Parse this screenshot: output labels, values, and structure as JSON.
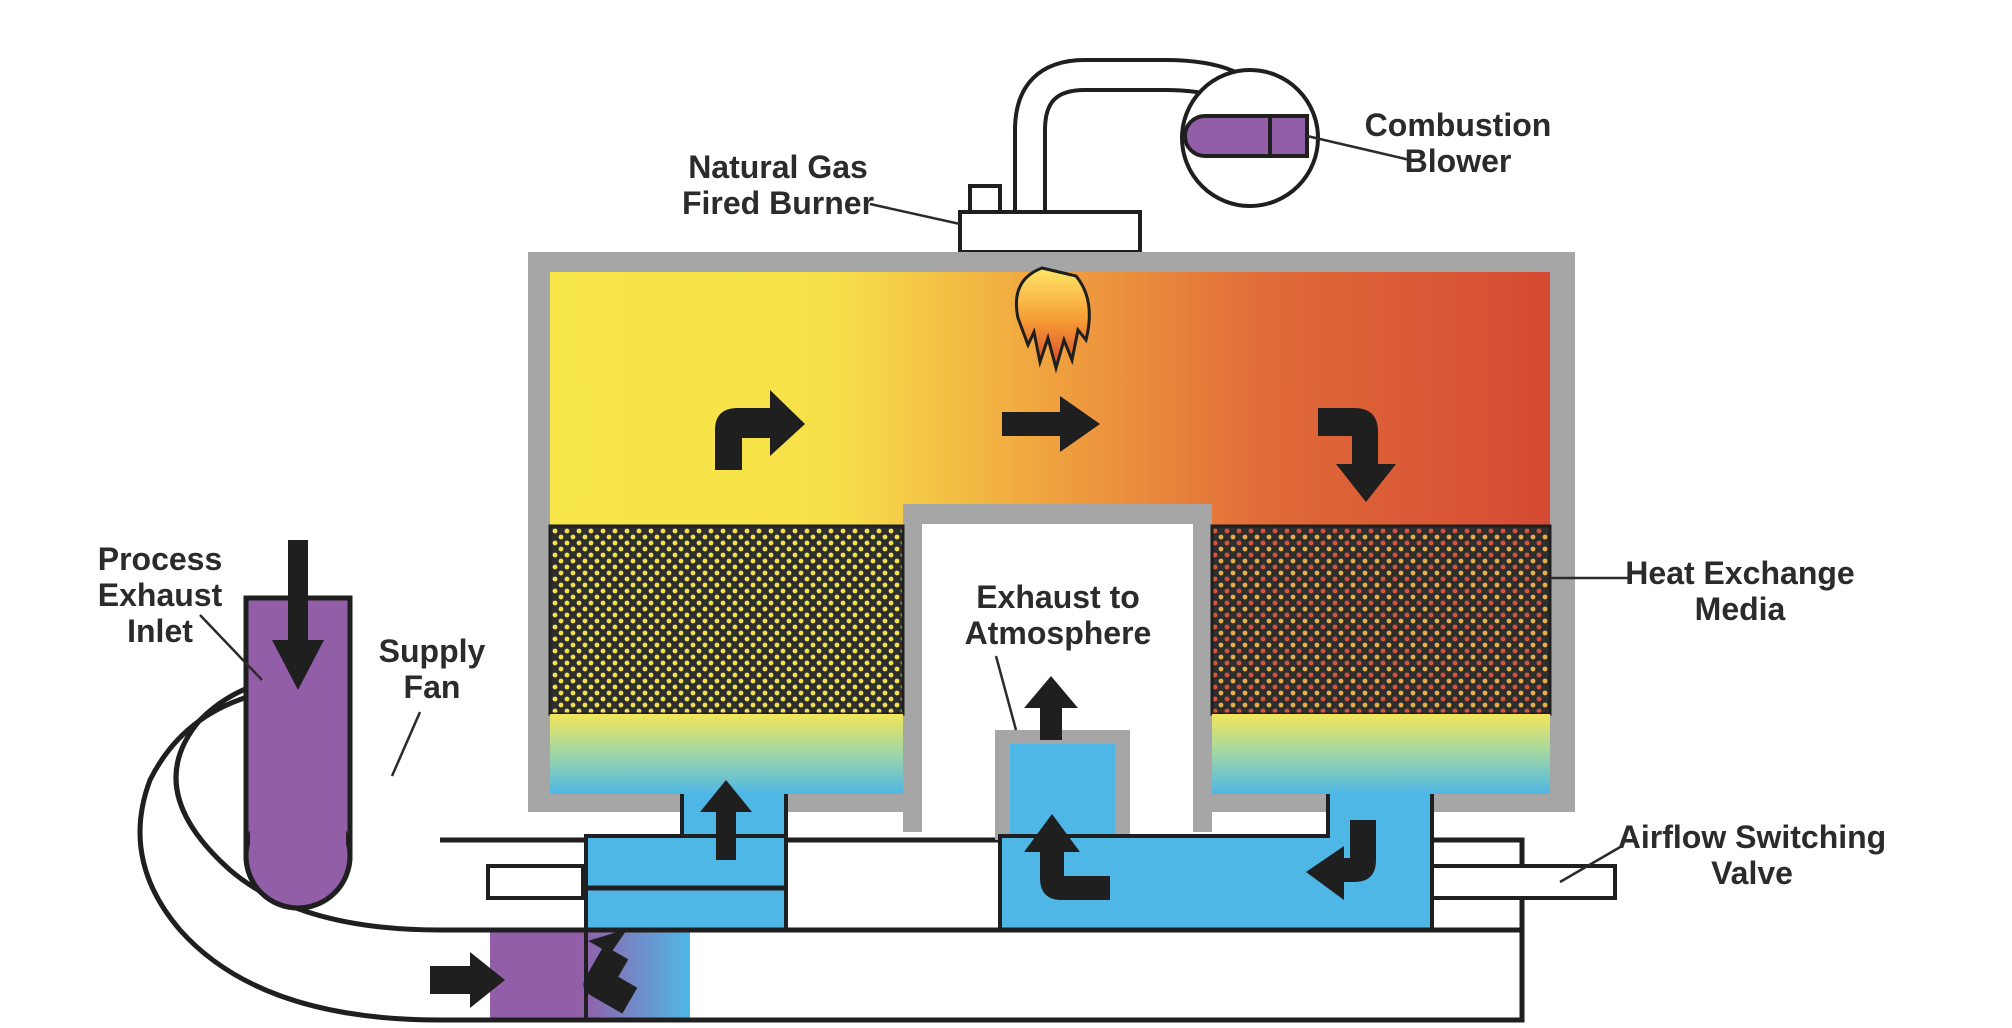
{
  "labels": {
    "combustion_blower": [
      "Combustion",
      "Blower"
    ],
    "burner": [
      "Natural Gas",
      "Fired Burner"
    ],
    "process_inlet": [
      "Process",
      "Exhaust",
      "Inlet"
    ],
    "supply_fan": [
      "Supply",
      "Fan"
    ],
    "exhaust": [
      "Exhaust to",
      "Atmosphere"
    ],
    "heat_media": [
      "Heat Exchange",
      "Media"
    ],
    "valve": [
      "Airflow Switching",
      "Valve"
    ]
  },
  "colors": {
    "shell": "#a6a6a6",
    "hot_yellow": "#f7e64a",
    "hot_orange": "#ef9a3d",
    "hot_red": "#d54a33",
    "media": "#2e2e2e",
    "cool_blue": "#4fb7e6",
    "purple": "#935ea8",
    "arrow": "#1f1f1f"
  }
}
